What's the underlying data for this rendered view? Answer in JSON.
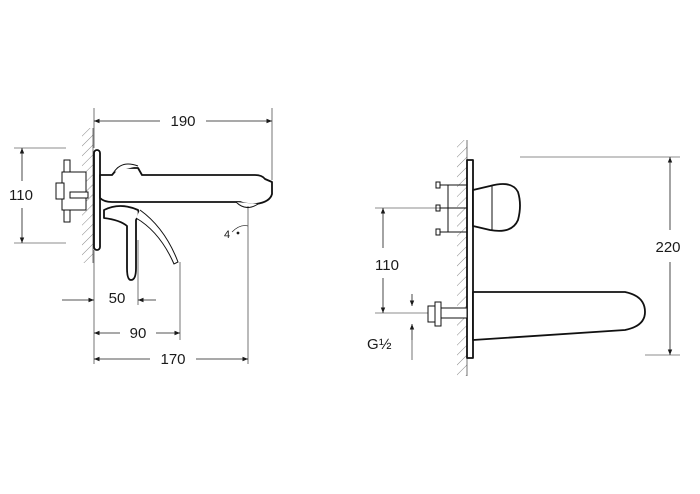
{
  "drawing": {
    "left_view": {
      "dimensions": {
        "overall_length": "190",
        "mount_height": "110",
        "lever_offset": "50",
        "lever_reach": "90",
        "spout_projection": "170"
      }
    },
    "right_view": {
      "dimensions": {
        "total_height": "220",
        "inlet_height": "110",
        "thread_g": "G",
        "thread_fraction": "½"
      }
    }
  }
}
